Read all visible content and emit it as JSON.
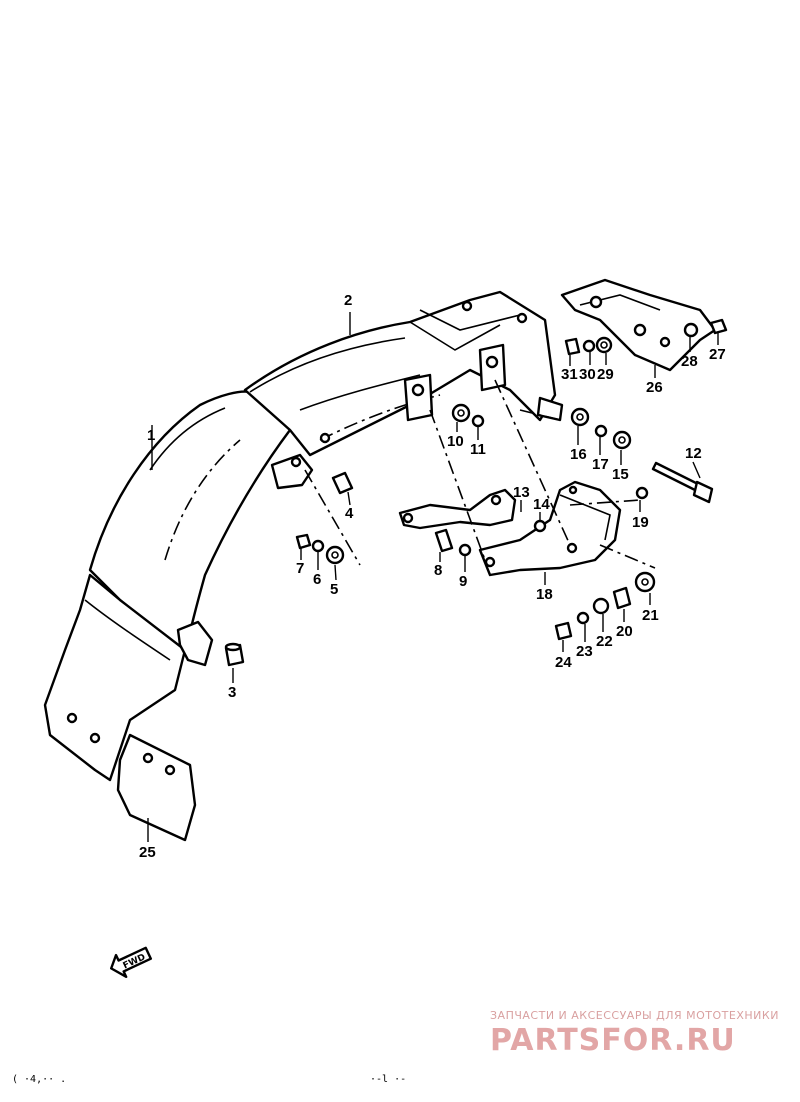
{
  "callouts": [
    {
      "id": "1",
      "label": "1"
    },
    {
      "id": "2",
      "label": "2"
    },
    {
      "id": "3",
      "label": "3"
    },
    {
      "id": "4",
      "label": "4"
    },
    {
      "id": "5",
      "label": "5"
    },
    {
      "id": "6",
      "label": "6"
    },
    {
      "id": "7",
      "label": "7"
    },
    {
      "id": "8",
      "label": "8"
    },
    {
      "id": "9",
      "label": "9"
    },
    {
      "id": "10",
      "label": "10"
    },
    {
      "id": "11",
      "label": "11"
    },
    {
      "id": "12",
      "label": "12"
    },
    {
      "id": "13",
      "label": "13"
    },
    {
      "id": "14",
      "label": "14"
    },
    {
      "id": "15",
      "label": "15"
    },
    {
      "id": "16",
      "label": "16"
    },
    {
      "id": "17",
      "label": "17"
    },
    {
      "id": "18",
      "label": "18"
    },
    {
      "id": "19",
      "label": "19"
    },
    {
      "id": "20",
      "label": "20"
    },
    {
      "id": "21",
      "label": "21"
    },
    {
      "id": "22",
      "label": "22"
    },
    {
      "id": "23",
      "label": "23"
    },
    {
      "id": "24",
      "label": "24"
    },
    {
      "id": "25",
      "label": "25"
    },
    {
      "id": "26",
      "label": "26"
    },
    {
      "id": "27",
      "label": "27"
    },
    {
      "id": "28",
      "label": "28"
    },
    {
      "id": "29",
      "label": "29"
    },
    {
      "id": "30",
      "label": "30"
    },
    {
      "id": "31",
      "label": "31"
    }
  ],
  "fwd_arrow_label": "FWD",
  "watermark": {
    "tagline": "ЗАПЧАСТИ И АКСЕССУАРЫ ДЛЯ МОТОТЕХНИКИ",
    "brand": "PARTSFOR.RU",
    "brand_color": "#e2a6a6"
  },
  "footer": {
    "left_code": "( ·4,·· .",
    "center_mark": "·-l ·-"
  }
}
